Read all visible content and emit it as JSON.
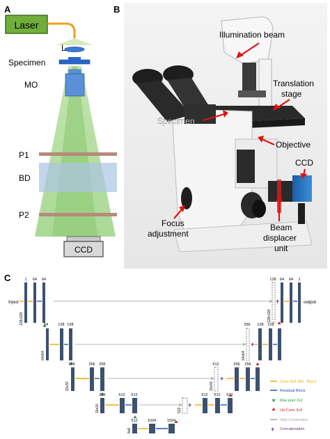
{
  "panels": {
    "a": {
      "letter": "A",
      "laser": "Laser",
      "lens": "L",
      "specimen": "Specimen",
      "objective": "MO",
      "p1": "P1",
      "bd": "BD",
      "p2": "P2",
      "ccd": "CCD"
    },
    "b": {
      "letter": "B",
      "illumination": "Illumination beam",
      "translation_1": "Translation",
      "translation_2": "stage",
      "specimen": "Specimen",
      "objective": "Objective",
      "ccd": "CCD",
      "focus_1": "Focus",
      "focus_2": "adjustment",
      "beam_1": "Beam",
      "beam_2": "displacer",
      "beam_3": "unit"
    },
    "c": {
      "letter": "C",
      "input": "Input",
      "output": "output",
      "level1": {
        "channels": [
          "1",
          "64",
          "64"
        ],
        "channels_right": [
          "128",
          "64",
          "64",
          "1"
        ],
        "size": "128x128",
        "size_right": "128x128"
      },
      "level2": {
        "channels": [
          "64",
          "128",
          "128"
        ],
        "channels_right": [
          "256",
          "128",
          "128"
        ],
        "size": "64x64",
        "size_right": "64x64"
      },
      "level3": {
        "channels": [
          "128",
          "256",
          "256"
        ],
        "channels_right": [
          "512",
          "256",
          "256"
        ],
        "size": "32x32",
        "size_right": "32x32"
      },
      "level4": {
        "channels": [
          "256",
          "512",
          "512"
        ],
        "channels_right": [
          "512",
          "512",
          "512"
        ],
        "size": "16x16",
        "size_right": "512"
      },
      "level5": {
        "channels": [
          "512",
          "1024",
          "1024"
        ],
        "size": "8x8"
      },
      "legend": [
        {
          "label": "Conv 3x3, BN , ReLU",
          "color": "#f0a800",
          "icon": "arrow-right"
        },
        {
          "label": "Residual Block",
          "color": "#1e4bb8",
          "icon": "arrow-right"
        },
        {
          "label": "Max pool 2x2",
          "color": "#1e9e3a",
          "icon": "arrow-down"
        },
        {
          "label": "Up-Conv 3x3",
          "color": "#d81e1e",
          "icon": "arrow-up"
        },
        {
          "label": "Skip Connection",
          "color": "#a0a0a0",
          "icon": "arrow-right"
        },
        {
          "label": "Concatenation",
          "color": "#6a2c8c",
          "icon": "plus"
        }
      ]
    }
  }
}
